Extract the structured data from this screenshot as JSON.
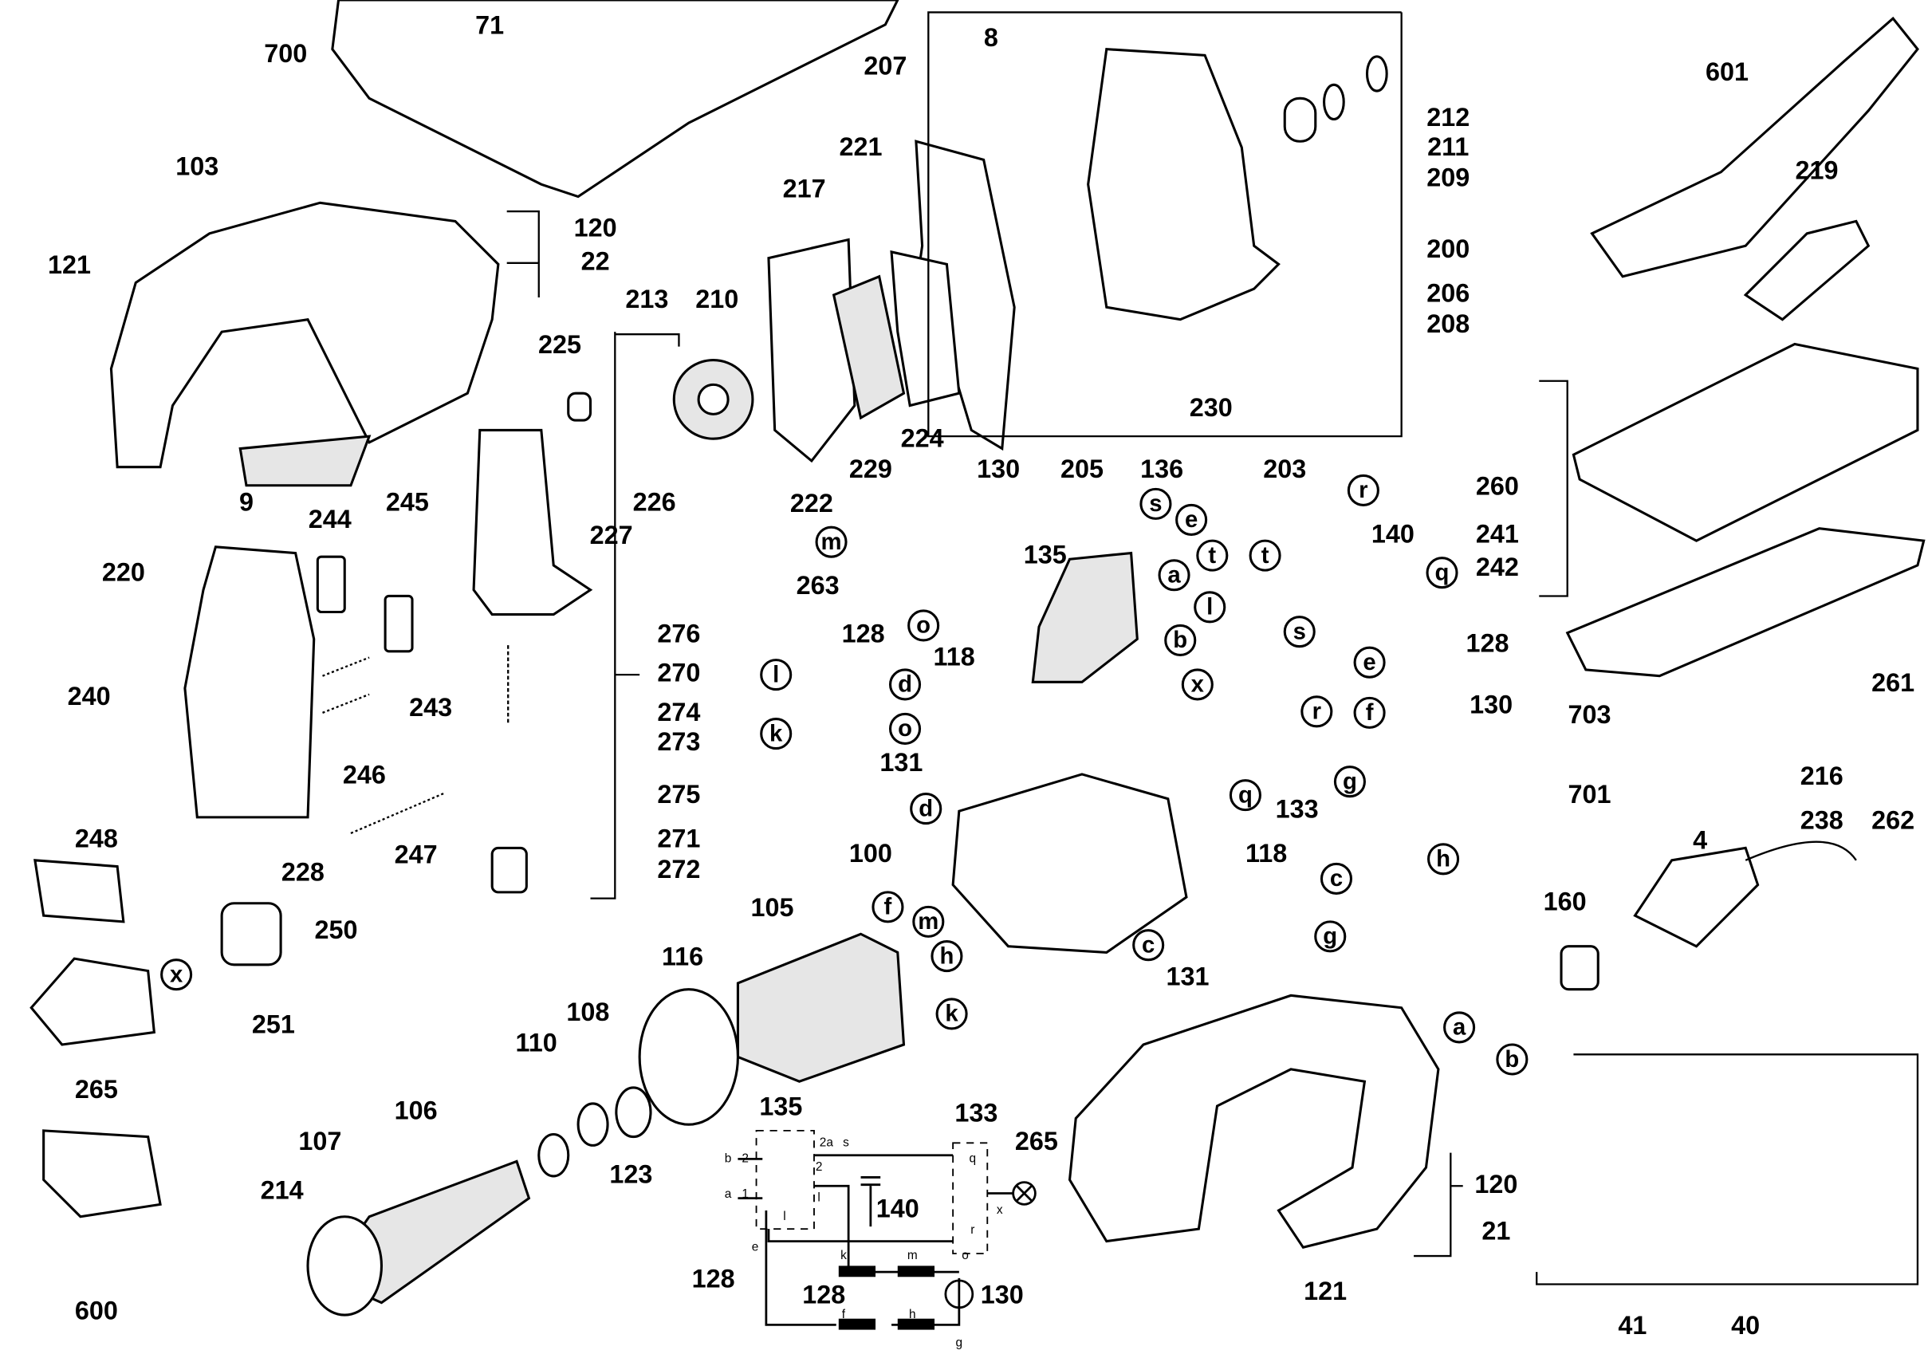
{
  "diagram": {
    "type": "exploded parts diagram",
    "part_labels": [
      "700",
      "71",
      "8",
      "207",
      "212",
      "211",
      "209",
      "601",
      "219",
      "103",
      "221",
      "217",
      "120",
      "22",
      "121",
      "200",
      "213",
      "210",
      "206",
      "208",
      "225",
      "9",
      "229",
      "224",
      "222",
      "226",
      "227",
      "230",
      "203",
      "205",
      "136",
      "130",
      "260",
      "140",
      "135",
      "244",
      "245",
      "220",
      "263",
      "241",
      "242",
      "276",
      "270",
      "128",
      "128",
      "240",
      "243",
      "274",
      "273",
      "118",
      "703",
      "261",
      "246",
      "275",
      "131",
      "130",
      "216",
      "701",
      "262",
      "238",
      "133",
      "248",
      "271",
      "247",
      "228",
      "272",
      "100",
      "118",
      "4",
      "160",
      "250",
      "105",
      "116",
      "131",
      "251",
      "265",
      "108",
      "110",
      "106",
      "135",
      "133",
      "265",
      "107",
      "214",
      "123",
      "140",
      "120",
      "21",
      "128",
      "128",
      "130",
      "121",
      "600",
      "41",
      "40"
    ],
    "connector_letters": [
      "m",
      "o",
      "l",
      "k",
      "s",
      "e",
      "t",
      "a",
      "l",
      "b",
      "r",
      "t",
      "q",
      "s",
      "e",
      "f",
      "x",
      "r",
      "q",
      "d",
      "o",
      "d",
      "g",
      "h",
      "c",
      "g",
      "c",
      "f",
      "m",
      "h",
      "k",
      "x",
      "a",
      "b"
    ],
    "schematic_pin_labels": [
      "b",
      "2",
      "a",
      "1",
      "2a",
      "s",
      "2",
      "l",
      "l",
      "e",
      "q",
      "r",
      "x",
      "k",
      "m",
      "o",
      "f",
      "h",
      "g"
    ]
  }
}
